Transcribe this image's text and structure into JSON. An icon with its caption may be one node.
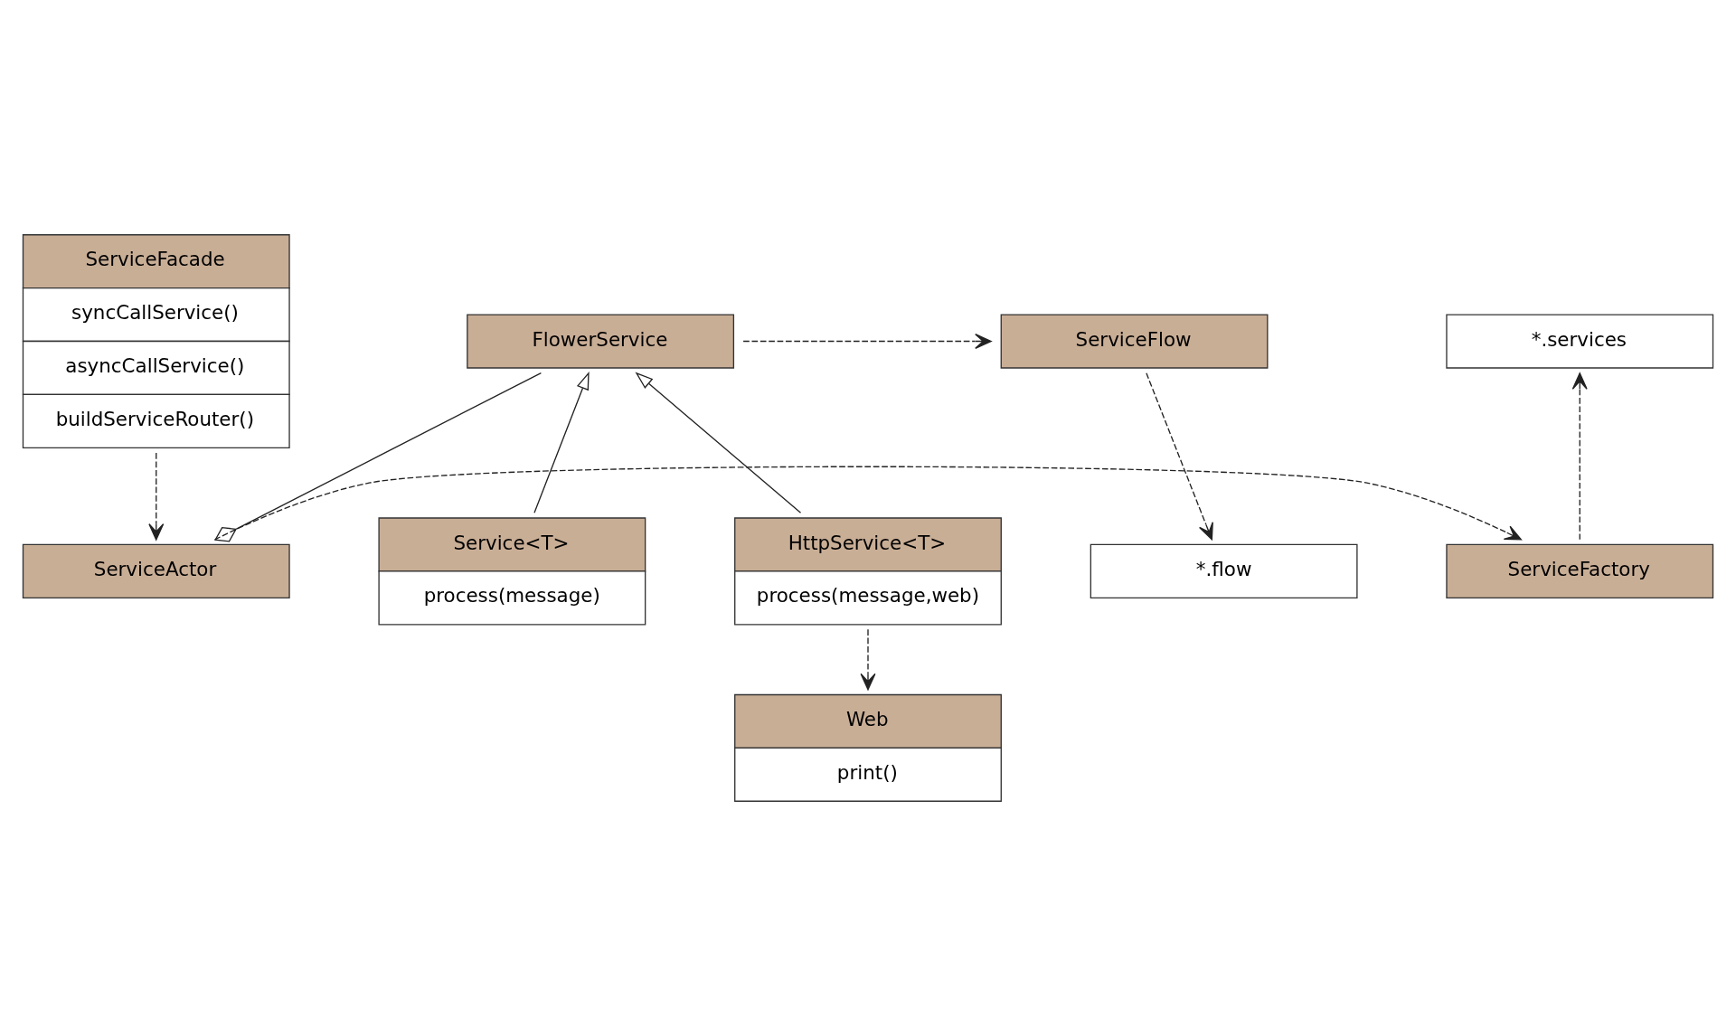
{
  "diagram": {
    "nodes": [
      {
        "text": [
          "ServiceFacade",
          "syncCallService()",
          "asyncCallService()",
          "buildServiceRouter()"
        ]
      },
      {
        "text": [
          "*.services"
        ]
      },
      {
        "text": [
          "ServiceFactory"
        ]
      },
      {
        "text": [
          "ServiceActor"
        ]
      },
      {
        "text": [
          "FlowerService"
        ]
      },
      {
        "text": [
          "ServiceFlow"
        ]
      },
      {
        "text": [
          "Service<T>",
          "process(message)"
        ]
      },
      {
        "text": [
          "HttpService<T>",
          "process(message,web)"
        ]
      },
      {
        "text": [
          "*.flow"
        ]
      },
      {
        "text": [
          "Web",
          "print()"
        ]
      }
    ],
    "edges": [
      {
        "from": 0,
        "to": 3,
        "arrow": "to",
        "style": "dashed"
      },
      {
        "from": 2,
        "to": 1,
        "arrow": "to",
        "style": "dashed"
      },
      {
        "from": 3,
        "to": 2,
        "arrow": "to",
        "style": "dashed"
      },
      {
        "from": 4,
        "to": 3,
        "arrow": "other"
      },
      {
        "from": 6,
        "to": 4,
        "arrow": "to"
      },
      {
        "from": 7,
        "to": 4,
        "arrow": "to"
      },
      {
        "from": 4,
        "to": 5,
        "arrow": "to",
        "style": "dashed"
      },
      {
        "from": 5,
        "to": 8,
        "arrow": "to",
        "style": "dashed"
      },
      {
        "from": 7,
        "to": 9,
        "arrow": "to",
        "style": "dashed"
      }
    ]
  }
}
